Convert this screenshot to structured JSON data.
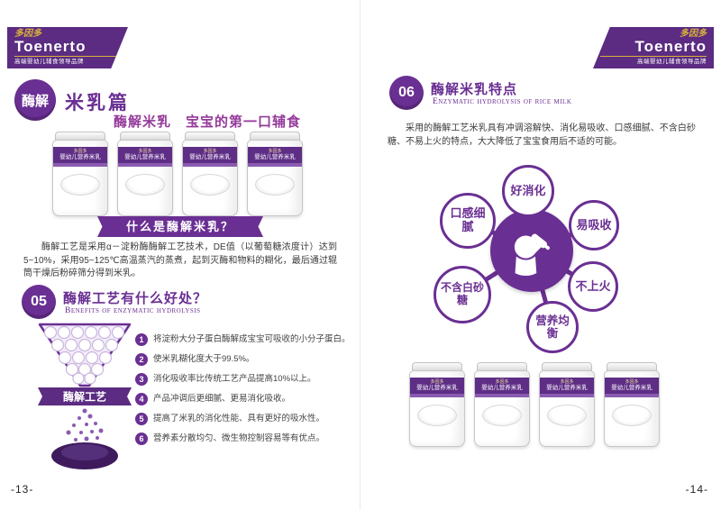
{
  "brand": {
    "logo_cn": "多因多",
    "logo_en": "Toenerto",
    "tagline": "高端婴幼儿辅食领导品牌"
  },
  "colors": {
    "primary": "#6a2f93",
    "dark_purple": "#4a1d6e",
    "headline": "#953b9b",
    "gold": "#d9b13b"
  },
  "products": {
    "brand": "多因多",
    "name": "婴幼儿营养米乳"
  },
  "left_page": {
    "badge": "酶解",
    "series": "米乳篇",
    "headline": "酶解米乳　宝宝的第一口辅食",
    "ribbon_title": "什么是酶解米乳？",
    "intro": "酶解工艺是采用α－淀粉酶酶解工艺技术，DE值（以葡萄糖浓度计）达到5~10%，采用95~125℃高温蒸汽的蒸煮，起到灭酶和物料的糊化，最后通过辊筒干燥后粉碎筛分得到米乳。",
    "section": {
      "number": "05",
      "title": "酶解工艺有什么好处？",
      "subtitle": "Benefits of enzymatic hydrolysis"
    },
    "hourglass_label": "酶解工艺",
    "benefits": [
      {
        "n": "1",
        "text": "将淀粉大分子蛋白酶解成宝宝可吸收的小分子蛋白。"
      },
      {
        "n": "2",
        "text": "使米乳糊化度大于99.5%。"
      },
      {
        "n": "3",
        "text": "消化吸收率比传统工艺产品提高10%以上。"
      },
      {
        "n": "4",
        "text": "产品冲调后更细腻、更易消化吸收。"
      },
      {
        "n": "5",
        "text": "提高了米乳的消化性能、具有更好的吸水性。"
      },
      {
        "n": "6",
        "text": "营养素分散均匀、微生物控制容易等有优点。"
      }
    ],
    "page_number": "-13-"
  },
  "right_page": {
    "section": {
      "number": "06",
      "title": "酶解米乳特点",
      "subtitle": "Enzymatic hydrolysis of rice milk"
    },
    "intro": "采用的酶解工艺米乳具有冲调溶解快、消化易吸收、口感细腻、不含白砂糖、不易上火的特点，大大降低了宝宝食用后不适的可能。",
    "features": [
      "好消化",
      "口感细腻",
      "易吸收",
      "不含白砂糖",
      "不上火",
      "营养均衡"
    ],
    "page_number": "-14-"
  }
}
